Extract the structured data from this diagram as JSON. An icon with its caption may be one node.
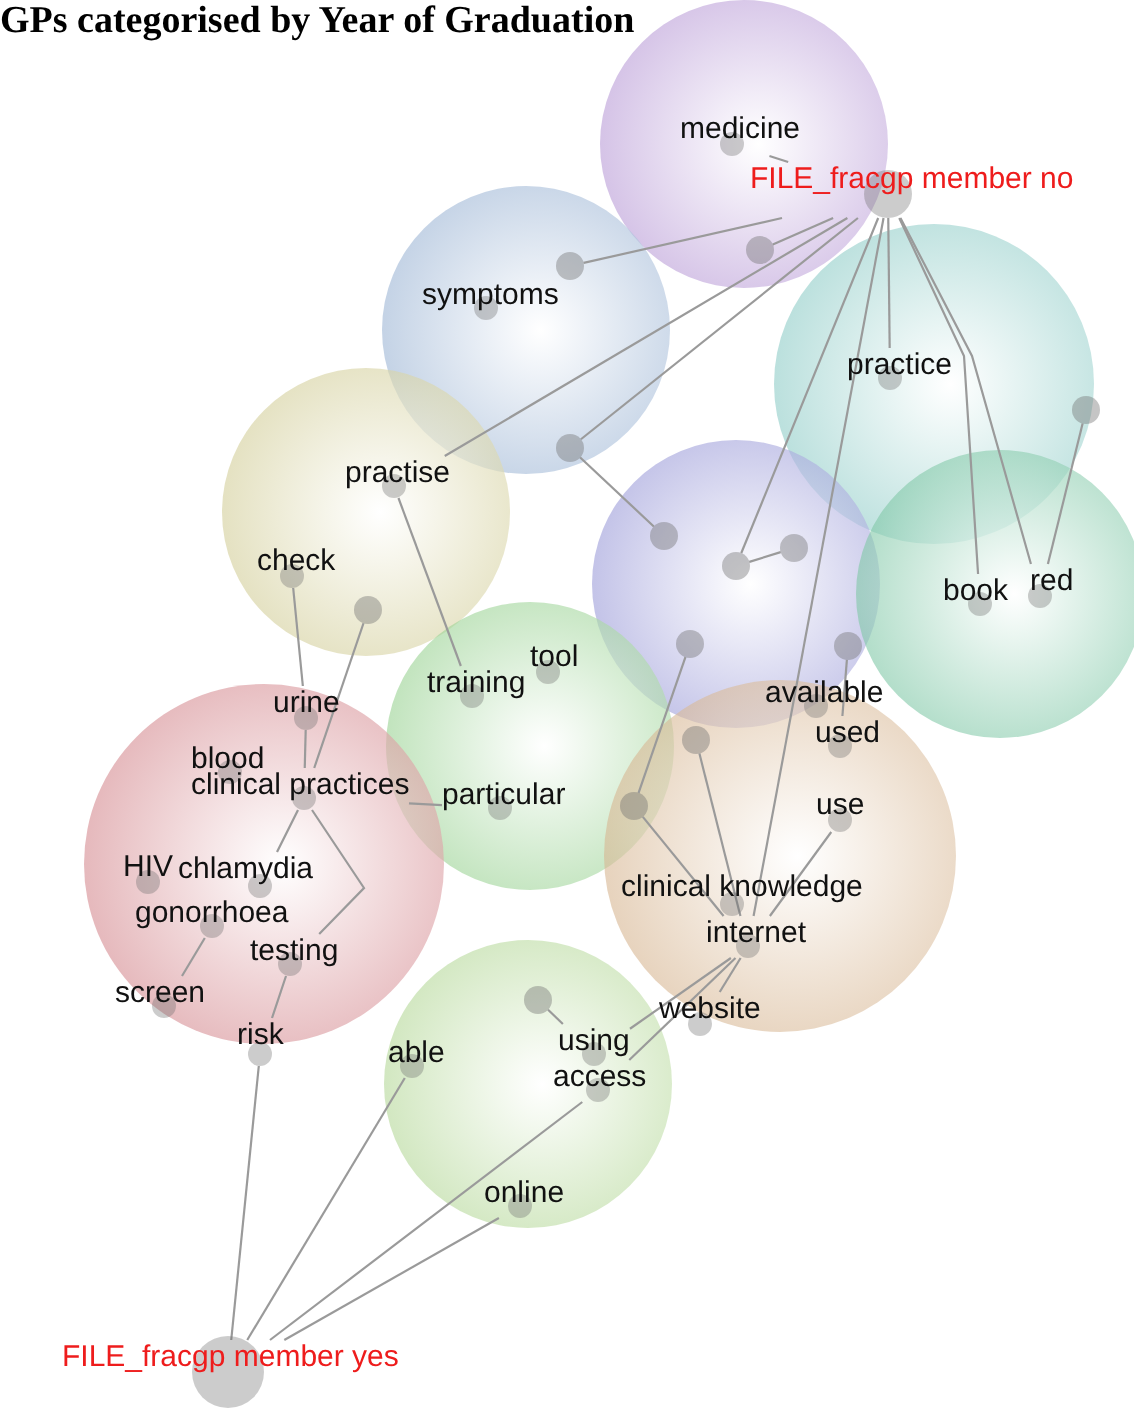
{
  "diagram": {
    "title": "GPs categorised by Year of Graduation",
    "nodes": [
      {
        "text": [],
        "shape": "circle"
      },
      {
        "text": [
          "medicine"
        ],
        "in": 0
      },
      {
        "text": [
          "FILE_fracgp member no"
        ]
      },
      {
        "text": [],
        "shape": "circle"
      },
      {
        "text": [
          "practice"
        ],
        "in": 3
      },
      {
        "text": [],
        "shape": "circle"
      },
      {
        "text": [
          "symptoms"
        ],
        "in": 5
      },
      {
        "text": [],
        "shape": "circle"
      },
      {
        "text": [
          "practise"
        ],
        "in": 7
      },
      {
        "text": [
          "check"
        ],
        "in": 7
      },
      {
        "text": [],
        "shape": "circle"
      },
      {
        "text": [],
        "shape": "circle"
      },
      {
        "text": [
          "book"
        ],
        "in": 11
      },
      {
        "text": [
          "red"
        ],
        "in": 11
      },
      {
        "text": [],
        "shape": "circle"
      },
      {
        "text": [
          "training"
        ],
        "in": 14
      },
      {
        "text": [
          "tool"
        ],
        "in": 14
      },
      {
        "text": [
          "particular"
        ],
        "in": 14
      },
      {
        "text": [],
        "shape": "circle"
      },
      {
        "text": [
          "urine"
        ],
        "in": 18
      },
      {
        "text": [
          "blood"
        ],
        "in": 18
      },
      {
        "text": [
          "clinical practices"
        ],
        "in": 18
      },
      {
        "text": [
          "HIV"
        ],
        "in": 18
      },
      {
        "text": [
          "chlamydia"
        ],
        "in": 18
      },
      {
        "text": [
          "gonorrhoea"
        ],
        "in": 18
      },
      {
        "text": [
          "testing"
        ],
        "in": 18
      },
      {
        "text": [
          "screen"
        ],
        "in": 18
      },
      {
        "text": [
          "risk"
        ]
      },
      {
        "text": [],
        "shape": "circle"
      },
      {
        "text": [
          "available"
        ]
      },
      {
        "text": [
          "used"
        ],
        "in": 28
      },
      {
        "text": [
          "use"
        ],
        "in": 28
      },
      {
        "text": [
          "clinical knowledge"
        ],
        "in": 28
      },
      {
        "text": [
          "internet"
        ],
        "in": 28
      },
      {
        "text": [
          "website"
        ],
        "in": 28
      },
      {
        "text": [],
        "shape": "circle"
      },
      {
        "text": [
          "able"
        ],
        "in": 35
      },
      {
        "text": [
          "using"
        ],
        "in": 35
      },
      {
        "text": [
          "access"
        ],
        "in": 35
      },
      {
        "text": [
          "online"
        ],
        "in": 35
      },
      {
        "text": [
          "FILE_fracgp member yes"
        ]
      },
      {
        "text": [],
        "shape": "circle",
        "in": 10
      },
      {
        "text": [],
        "shape": "circle",
        "in": 10
      },
      {
        "text": [],
        "shape": "circle",
        "in": 10
      },
      {
        "text": [],
        "shape": "circle",
        "in": 10
      },
      {
        "text": [],
        "shape": "circle",
        "in": 10
      },
      {
        "text": [],
        "shape": "circle",
        "in": 0
      },
      {
        "text": [],
        "shape": "circle",
        "in": 5
      },
      {
        "text": [],
        "shape": "circle",
        "in": 5
      },
      {
        "text": [],
        "shape": "circle",
        "in": 7
      },
      {
        "text": [],
        "shape": "circle",
        "in": 3
      },
      {
        "text": [],
        "shape": "circle",
        "in": 28
      },
      {
        "text": [],
        "shape": "circle"
      },
      {
        "text": [],
        "shape": "circle",
        "in": 35
      }
    ],
    "edges": [
      {
        "from": 2,
        "to": 1,
        "arrow": "none"
      },
      {
        "from": 2,
        "to": 46,
        "arrow": "none"
      },
      {
        "from": 2,
        "to": 47,
        "arrow": "none"
      },
      {
        "from": 2,
        "to": 48,
        "arrow": "none"
      },
      {
        "from": 2,
        "to": 8,
        "arrow": "none"
      },
      {
        "from": 2,
        "to": 42,
        "arrow": "none"
      },
      {
        "from": 2,
        "to": 4,
        "arrow": "none"
      },
      {
        "from": 2,
        "to": 12,
        "arrow": "none"
      },
      {
        "from": 2,
        "to": 13,
        "arrow": "none"
      },
      {
        "from": 2,
        "to": 33,
        "arrow": "none"
      },
      {
        "from": 50,
        "to": 13,
        "arrow": "none"
      },
      {
        "from": 48,
        "to": 41,
        "arrow": "none"
      },
      {
        "from": 42,
        "to": 43,
        "arrow": "none"
      },
      {
        "from": 8,
        "to": 15,
        "arrow": "none"
      },
      {
        "from": 9,
        "to": 19,
        "arrow": "none"
      },
      {
        "from": 49,
        "to": 21,
        "arrow": "none"
      },
      {
        "from": 21,
        "to": 23,
        "arrow": "none"
      },
      {
        "from": 19,
        "to": 21,
        "arrow": "none"
      },
      {
        "from": 21,
        "to": 17,
        "arrow": "none"
      },
      {
        "from": 21,
        "to": 25,
        "arrow": "none"
      },
      {
        "from": 24,
        "to": 26,
        "arrow": "none"
      },
      {
        "from": 25,
        "to": 27,
        "arrow": "none"
      },
      {
        "from": 44,
        "to": 52,
        "arrow": "none"
      },
      {
        "from": 45,
        "to": 30,
        "arrow": "none"
      },
      {
        "from": 31,
        "to": 33,
        "arrow": "none"
      },
      {
        "from": 51,
        "to": 33,
        "arrow": "none"
      },
      {
        "from": 52,
        "to": 33,
        "arrow": "none"
      },
      {
        "from": 33,
        "to": 34,
        "arrow": "none"
      },
      {
        "from": 33,
        "to": 37,
        "arrow": "none"
      },
      {
        "from": 33,
        "to": 38,
        "arrow": "none"
      },
      {
        "from": 53,
        "to": 37,
        "arrow": "none"
      },
      {
        "from": 40,
        "to": 27,
        "arrow": "none"
      },
      {
        "from": 40,
        "to": 36,
        "arrow": "none"
      },
      {
        "from": 40,
        "to": 38,
        "arrow": "none"
      },
      {
        "from": 40,
        "to": 39,
        "arrow": "none"
      }
    ]
  }
}
